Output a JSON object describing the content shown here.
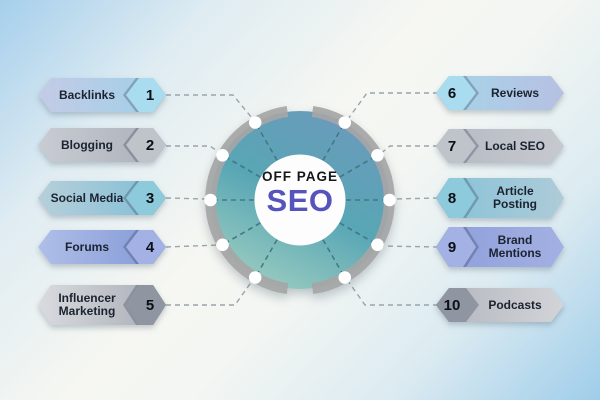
{
  "center": {
    "line1": "OFF PAGE",
    "line2": "SEO"
  },
  "items_left": [
    {
      "num": "1",
      "label": "Backlinks"
    },
    {
      "num": "2",
      "label": "Blogging"
    },
    {
      "num": "3",
      "label": "Social Media"
    },
    {
      "num": "4",
      "label": "Forums"
    },
    {
      "num": "5",
      "label": "Influencer Marketing"
    }
  ],
  "items_right": [
    {
      "num": "6",
      "label": "Reviews"
    },
    {
      "num": "7",
      "label": "Local SEO"
    },
    {
      "num": "8",
      "label": "Article Posting"
    },
    {
      "num": "9",
      "label": "Brand Mentions"
    },
    {
      "num": "10",
      "label": "Podcasts"
    }
  ],
  "colors": {
    "seo_accent": "#5653bd",
    "off_page_text": "#14161a",
    "ring_gray": "#a6a6a6",
    "connector_gray": "#9aa4ab",
    "spoke_teal": "#3f7480",
    "wheel_gradient": [
      "#6b9abb",
      "#58a6b5",
      "#9ccdc0"
    ],
    "background_blue": "#a6cfec",
    "pill_pair_1_blue": "#9fd0e8",
    "pill_pair_2_gray": "#b5bac3",
    "pill_pair_3_teal": "#7fbed6",
    "pill_pair_4_periwinkle": "#8d9eda",
    "pill_pair_5_silver": "#b2b6bd",
    "node_dot": "#ffffff"
  }
}
